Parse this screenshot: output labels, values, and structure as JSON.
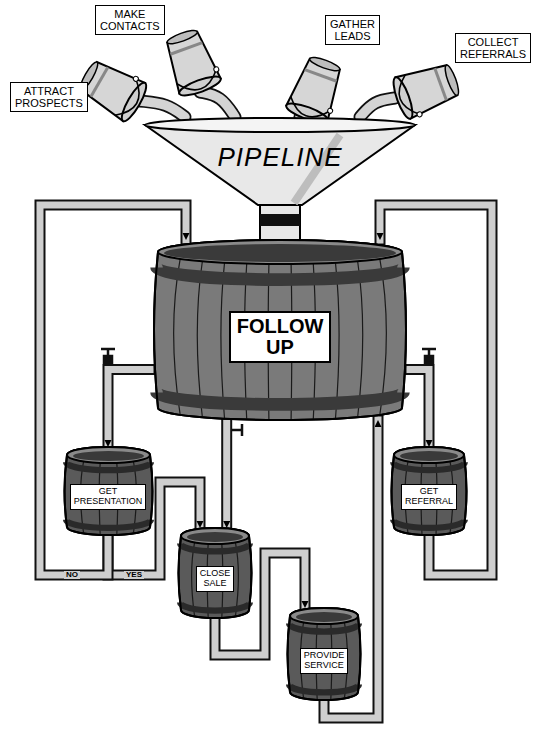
{
  "diagram": {
    "nodes": [
      {
        "text": [
          "ATTRACT PROSPECTS"
        ]
      },
      {
        "text": [
          "MAKE CONTACTS"
        ]
      },
      {
        "text": [
          "GATHER LEADS"
        ]
      },
      {
        "text": [
          "COLLECT REFERRALS"
        ]
      },
      {
        "text": [
          "PIPELINE"
        ]
      },
      {
        "text": [
          "FOLLOW UP"
        ]
      },
      {
        "text": [
          "GET PRESENTATION"
        ]
      },
      {
        "text": [
          "GET REFERRAL"
        ]
      },
      {
        "text": [
          "CLOSE SALE"
        ]
      },
      {
        "text": [
          "PROVIDE SERVICE"
        ]
      }
    ],
    "edges": [
      {
        "from": 0,
        "to": 4,
        "arrow": "none"
      },
      {
        "from": 1,
        "to": 4,
        "arrow": "none"
      },
      {
        "from": 2,
        "to": 4,
        "arrow": "none"
      },
      {
        "from": 3,
        "to": 4,
        "arrow": "none"
      },
      {
        "from": 5,
        "to": 6,
        "arrow": "to"
      },
      {
        "from": 6,
        "to": 8,
        "label": "YES",
        "arrow": "to"
      },
      {
        "from": 6,
        "to": 5,
        "label": "NO",
        "arrow": "to"
      },
      {
        "from": 5,
        "to": 8,
        "arrow": "to"
      },
      {
        "from": 8,
        "to": 9,
        "arrow": "to"
      },
      {
        "from": 9,
        "to": 5,
        "arrow": "to"
      },
      {
        "from": 5,
        "to": 7,
        "arrow": "to"
      },
      {
        "from": 7,
        "to": 5,
        "arrow": "to"
      }
    ]
  }
}
